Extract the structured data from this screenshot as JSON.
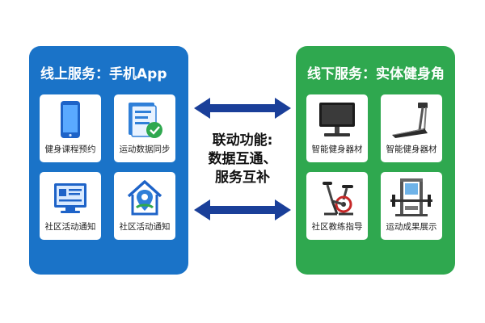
{
  "left_panel": {
    "title": "线上服务：手机App",
    "color": "#1a73c8",
    "cards": [
      {
        "label": "健身课程预约",
        "icon": "smartphone-icon"
      },
      {
        "label": "运动数据同步",
        "icon": "data-sync-icon"
      },
      {
        "label": "社区活动通知",
        "icon": "monitor-notice-icon"
      },
      {
        "label": "社区活动通知",
        "icon": "home-location-icon"
      }
    ]
  },
  "right_panel": {
    "title": "线下服务：实体健身角",
    "color": "#2fa84f",
    "cards": [
      {
        "label": "智能健身器材",
        "icon": "computer-monitor-icon"
      },
      {
        "label": "智能健身器材",
        "icon": "treadmill-icon"
      },
      {
        "label": "社区教练指导",
        "icon": "exercise-bike-icon"
      },
      {
        "label": "运动成果展示",
        "icon": "gym-machine-icon"
      }
    ]
  },
  "center": {
    "lines": [
      "联动功能:",
      "数据互通、",
      "服务互补"
    ],
    "arrow_color": "#1a3f99"
  }
}
